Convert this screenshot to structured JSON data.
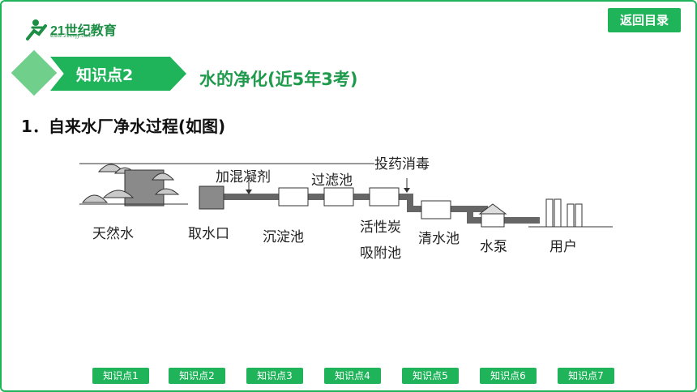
{
  "header": {
    "logo_text": "21世纪教育",
    "logo_url": "www.21cnjy.com",
    "return_label": "返回目录"
  },
  "section": {
    "badge": "知识点2",
    "title": "水的净化(近5年3考)"
  },
  "content": {
    "heading": "1．自来水厂净水过程(如图)"
  },
  "diagram": {
    "labels": {
      "natural_water": "天然水",
      "intake": "取水口",
      "coagulant": "加混凝剂",
      "sedimentation": "沉淀池",
      "filtration": "过滤池",
      "carbon1": "活性炭",
      "carbon2": "吸附池",
      "disinfect": "投药消毒",
      "clear_water": "清水池",
      "pump": "水泵",
      "user": "用户"
    }
  },
  "nav": {
    "items": [
      "知识点1",
      "知识点2",
      "知识点3",
      "知识点4",
      "知识点5",
      "知识点6",
      "知识点7"
    ]
  },
  "colors": {
    "accent": "#1fb35a",
    "title_green": "#1e9a4c"
  }
}
